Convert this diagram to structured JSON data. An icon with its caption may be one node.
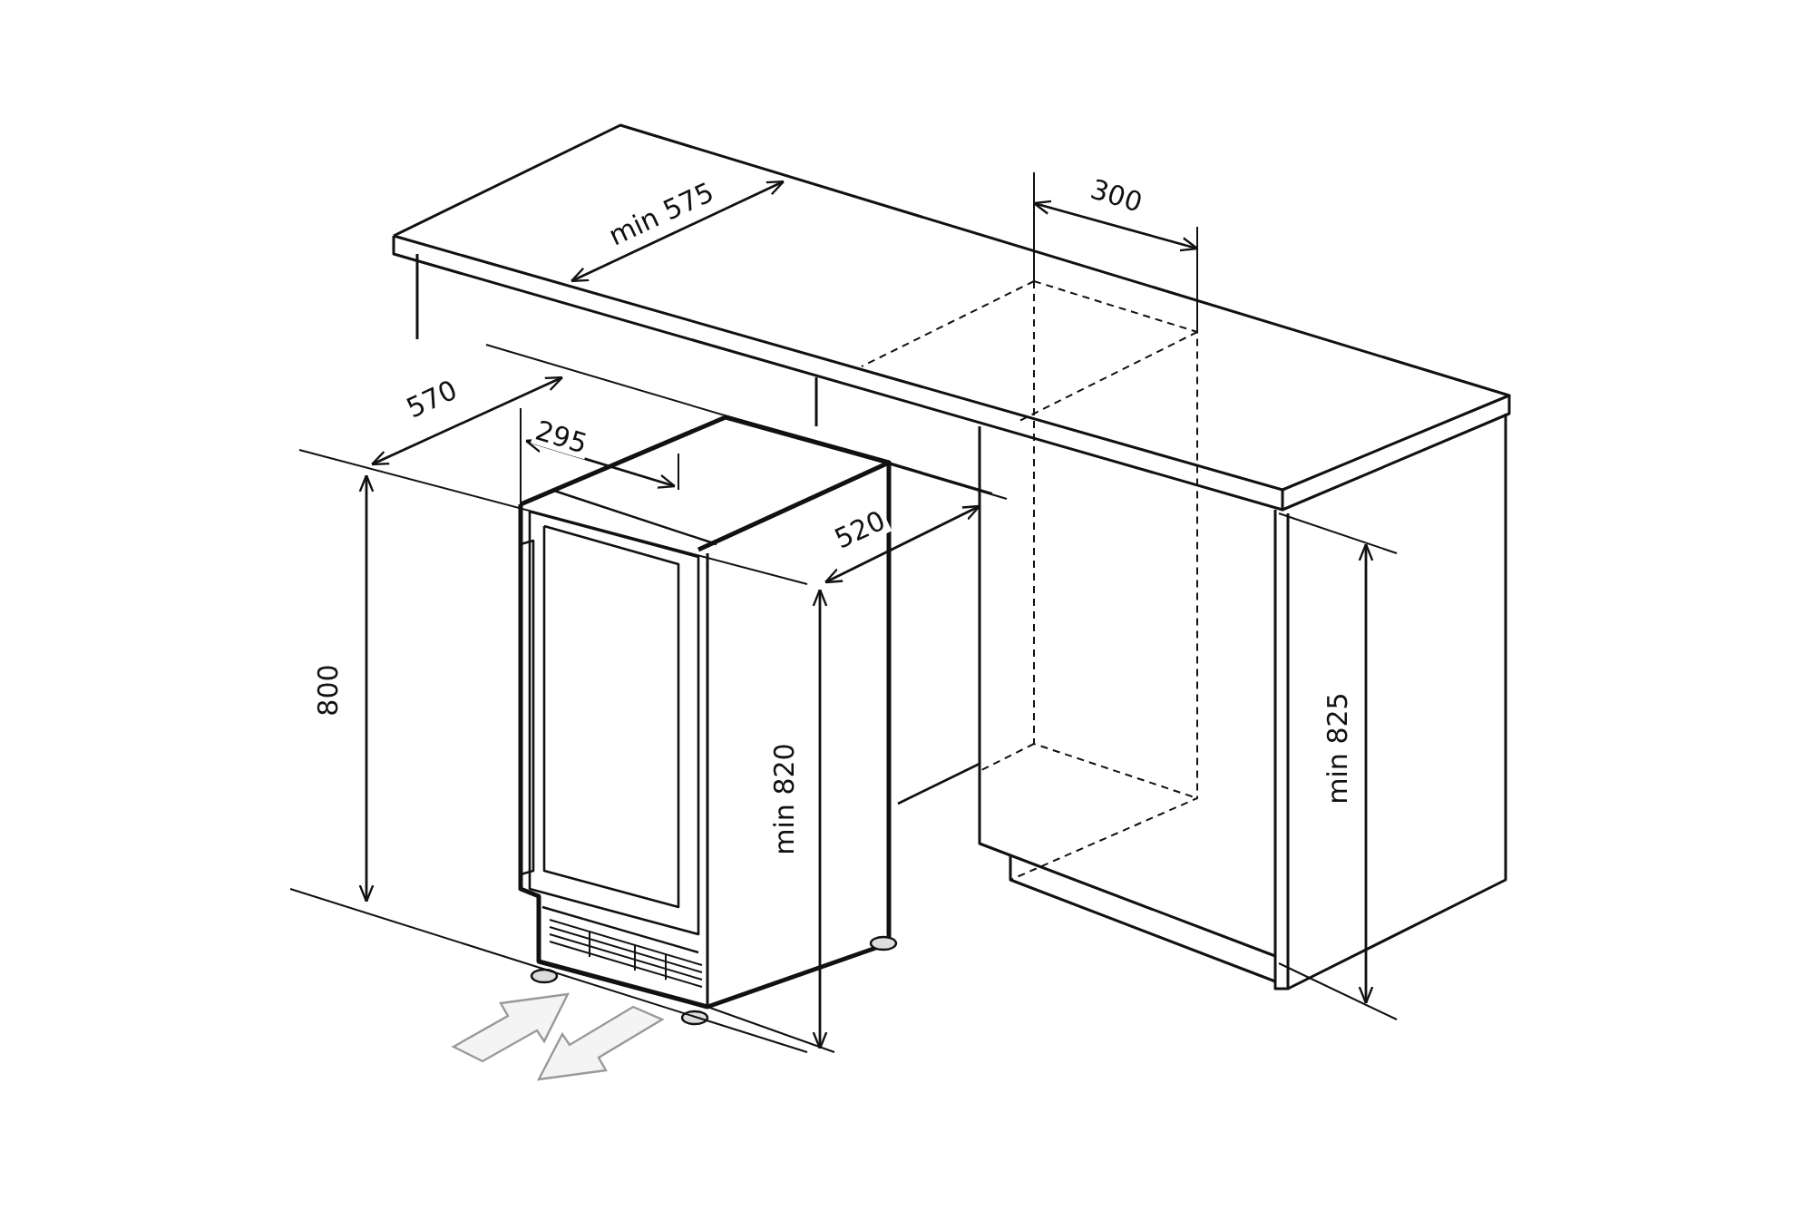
{
  "diagram": {
    "labels": [
      "min 575",
      "300",
      "570",
      "295",
      "520",
      "800",
      "min 820",
      "min 825"
    ]
  }
}
